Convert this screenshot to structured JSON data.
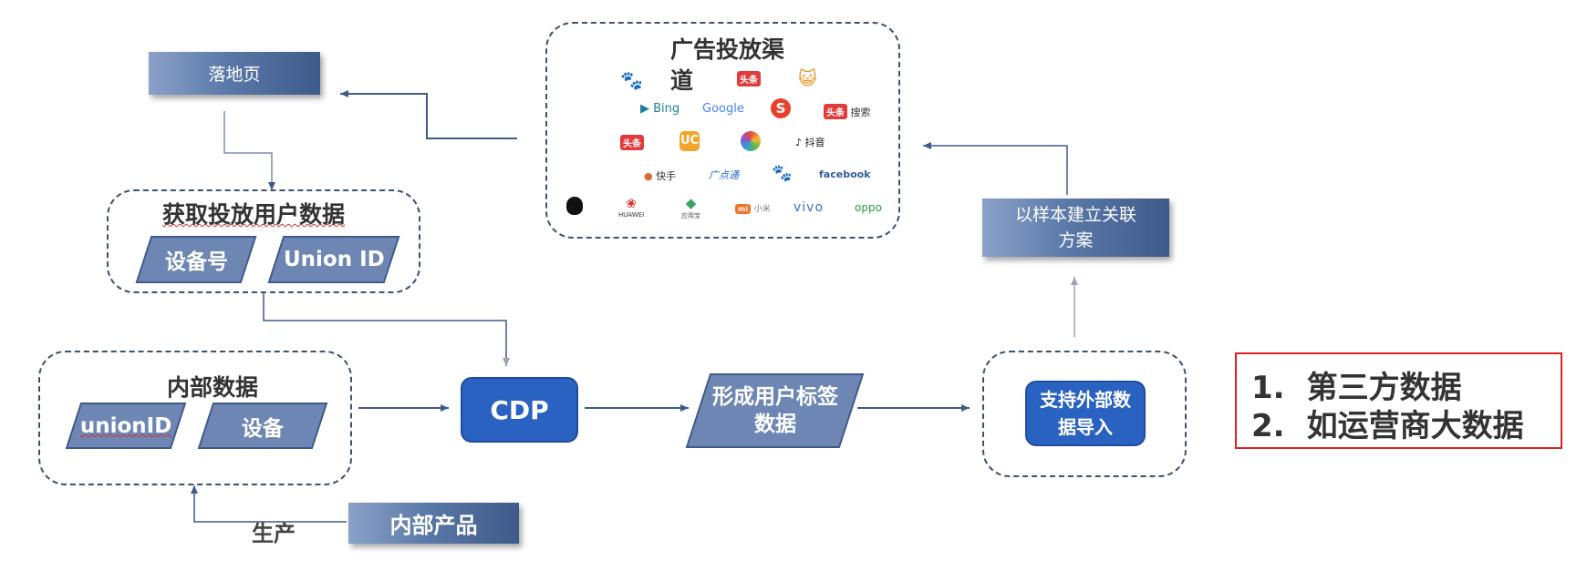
{
  "landing_page": "落地页",
  "get_user_data": {
    "title": "获取投放用户数据",
    "device_id": "设备号",
    "union_id": "Union ID"
  },
  "internal_data": {
    "title": "内部数据",
    "union_id": "unionID",
    "device": "设备"
  },
  "cdp": "CDP",
  "user_tags": "形成用户标签数据",
  "external_import": "支持外部数据导入",
  "sample_association": "以样本建立关联方案",
  "internal_product": "内部产品",
  "produce": "生产",
  "ad_channel": {
    "title": "广告投放渠道",
    "logos": [
      "头条",
      "Bing",
      "Google",
      "头条 搜索",
      "头条",
      "抖音",
      "快手",
      "广点通",
      "facebook",
      "HUAWEI",
      "应用宝",
      "小米",
      "vivo",
      "oppo"
    ]
  },
  "note": {
    "line1_num": "1.",
    "line1_text": "第三方数据",
    "line2_num": "2.",
    "line2_text": "如运营商大数据",
    "border_color": "#e02020"
  }
}
